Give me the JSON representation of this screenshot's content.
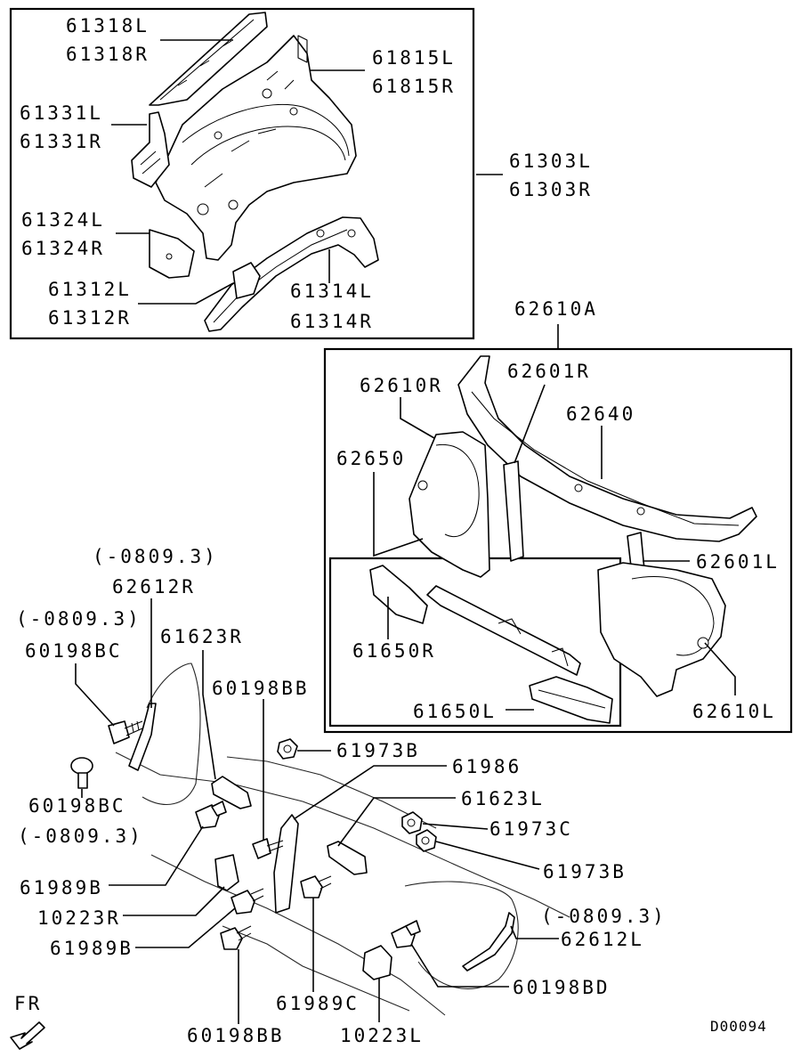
{
  "diagram": {
    "code": "D00094",
    "direction_label": "FR",
    "colors": {
      "ink": "#000000",
      "paper": "#ffffff"
    },
    "labels": {
      "p61318L": "61318L",
      "p61318R": "61318R",
      "p61815L": "61815L",
      "p61815R": "61815R",
      "p61331L": "61331L",
      "p61331R": "61331R",
      "p61303L": "61303L",
      "p61303R": "61303R",
      "p61324L": "61324L",
      "p61324R": "61324R",
      "p61312L": "61312L",
      "p61312R": "61312R",
      "p61314L": "61314L",
      "p61314R": "61314R",
      "p62610A": "62610A",
      "p62610R": "62610R",
      "p62601R": "62601R",
      "p62640": "62640",
      "p62650": "62650",
      "p62601L": "62601L",
      "p61650R": "61650R",
      "p61650L": "61650L",
      "p62610L": "62610L",
      "note_62612R": "(-0809.3)",
      "p62612R": "62612R",
      "note_60198BC": "(-0809.3)",
      "p60198BC_top": "60198BC",
      "p61623R": "61623R",
      "p60198BB_top": "60198BB",
      "p61973B_top": "61973B",
      "p61986": "61986",
      "p60198BC_bottom": "60198BC",
      "p61623L": "61623L",
      "note_61989B": "(-0809.3)",
      "p61973C": "61973C",
      "p61973B_bottom": "61973B",
      "p61989B_top": "61989B",
      "note_62612L": "(-0809.3)",
      "p10223R": "10223R",
      "p62612L": "62612L",
      "p61989B_bottom": "61989B",
      "p60198BD": "60198BD",
      "p61989C": "61989C",
      "p60198BB_bottom": "60198BB",
      "p10223L": "10223L"
    }
  }
}
